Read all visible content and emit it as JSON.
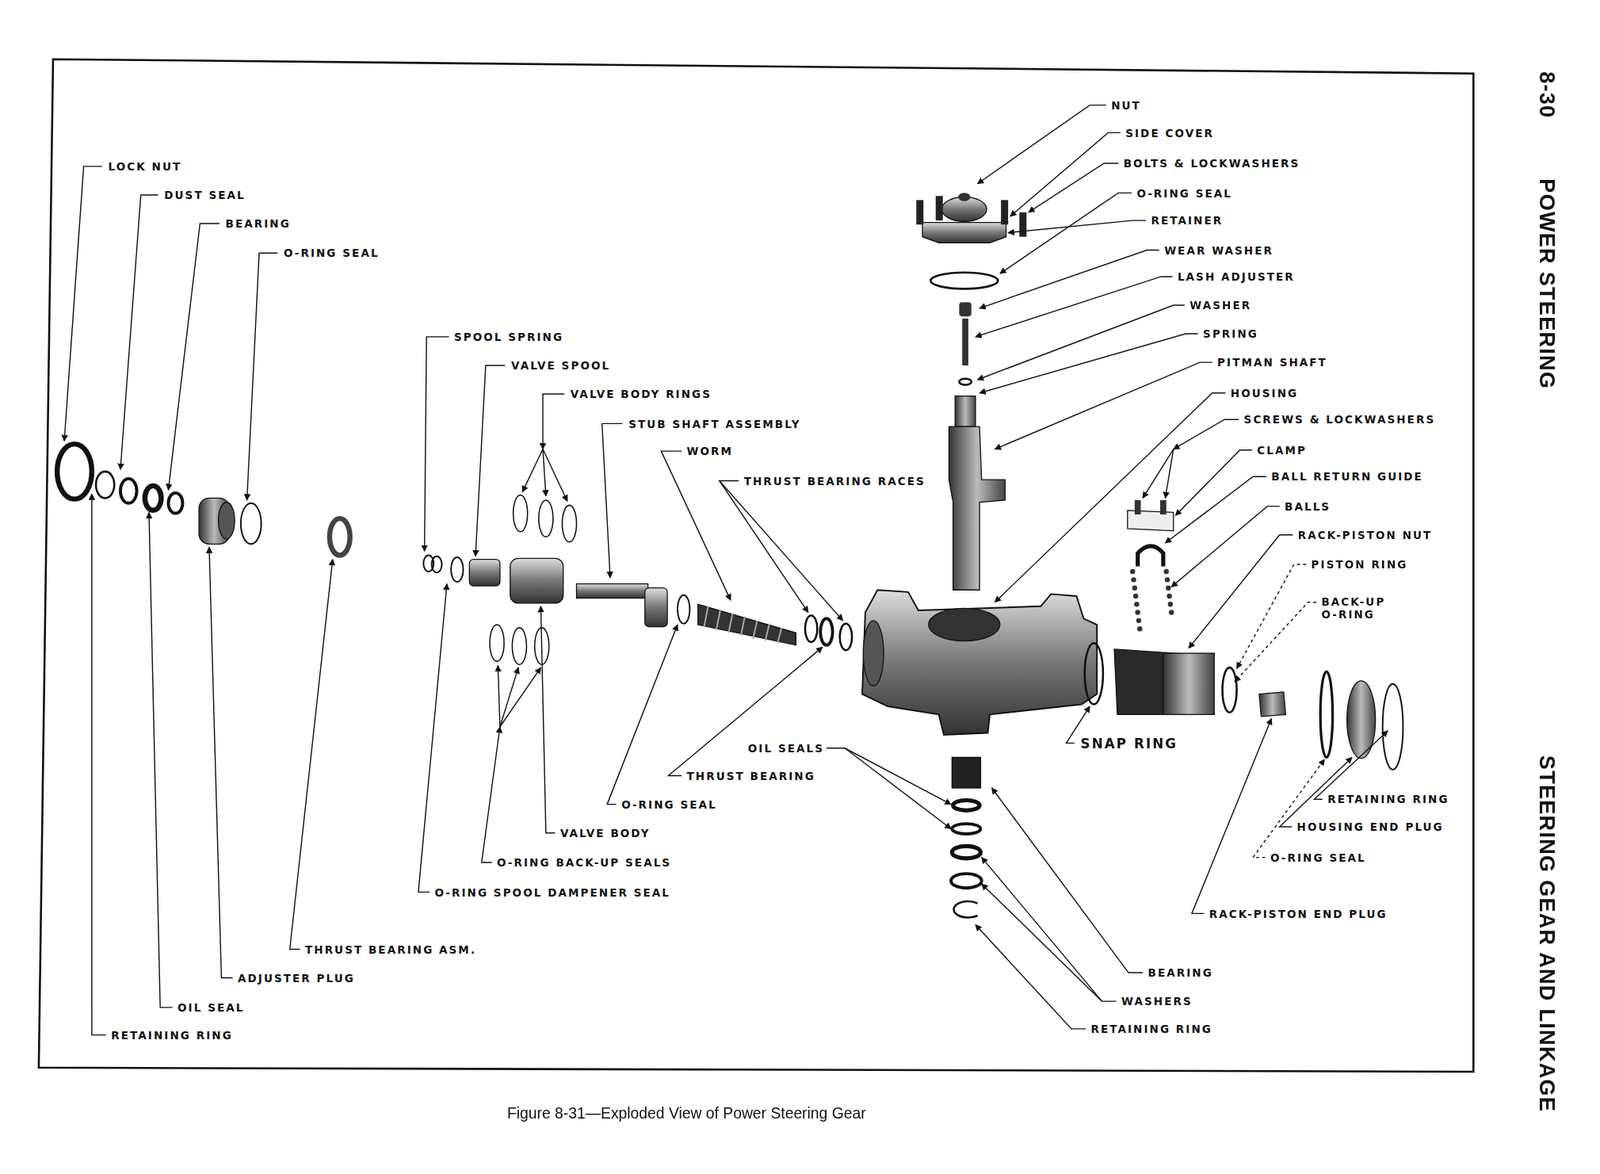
{
  "diagram": {
    "caption": "Figure 8-31—Exploded View of Power Steering Gear",
    "labels": [
      "8-30",
      "POWER STEERING",
      "STEERING GEAR AND LINKAGE",
      "NUT",
      "SIDE COVER",
      "BOLTS & LOCKWASHERS",
      "LOCK NUT",
      "O-RING SEAL",
      "DUST SEAL",
      "RETAINER",
      "BEARING",
      "WEAR WASHER",
      "O-RING SEAL",
      "LASH ADJUSTER",
      "WASHER",
      "SPRING",
      "SPOOL SPRING",
      "PITMAN SHAFT",
      "VALVE SPOOL",
      "HOUSING",
      "VALVE BODY RINGS",
      "SCREWS & LOCKWASHERS",
      "STUB SHAFT ASSEMBLY",
      "CLAMP",
      "WORM",
      "BALL RETURN GUIDE",
      "THRUST BEARING RACES",
      "BALLS",
      "RACK-PISTON NUT",
      "PISTON RING",
      "BACK-UP O-RING",
      "SNAP RING",
      "OIL SEALS",
      "THRUST BEARING",
      "RETAINING RING",
      "O-RING SEAL",
      "HOUSING END PLUG",
      "VALVE BODY",
      "O-RING SEAL",
      "O-RING BACK-UP SEALS",
      "O-RING SPOOL DAMPENER SEAL",
      "RACK-PISTON END PLUG",
      "THRUST BEARING ASM.",
      "BEARING",
      "ADJUSTER PLUG",
      "WASHERS",
      "OIL SEAL",
      "RETAINING RING",
      "RETAINING RING"
    ]
  }
}
